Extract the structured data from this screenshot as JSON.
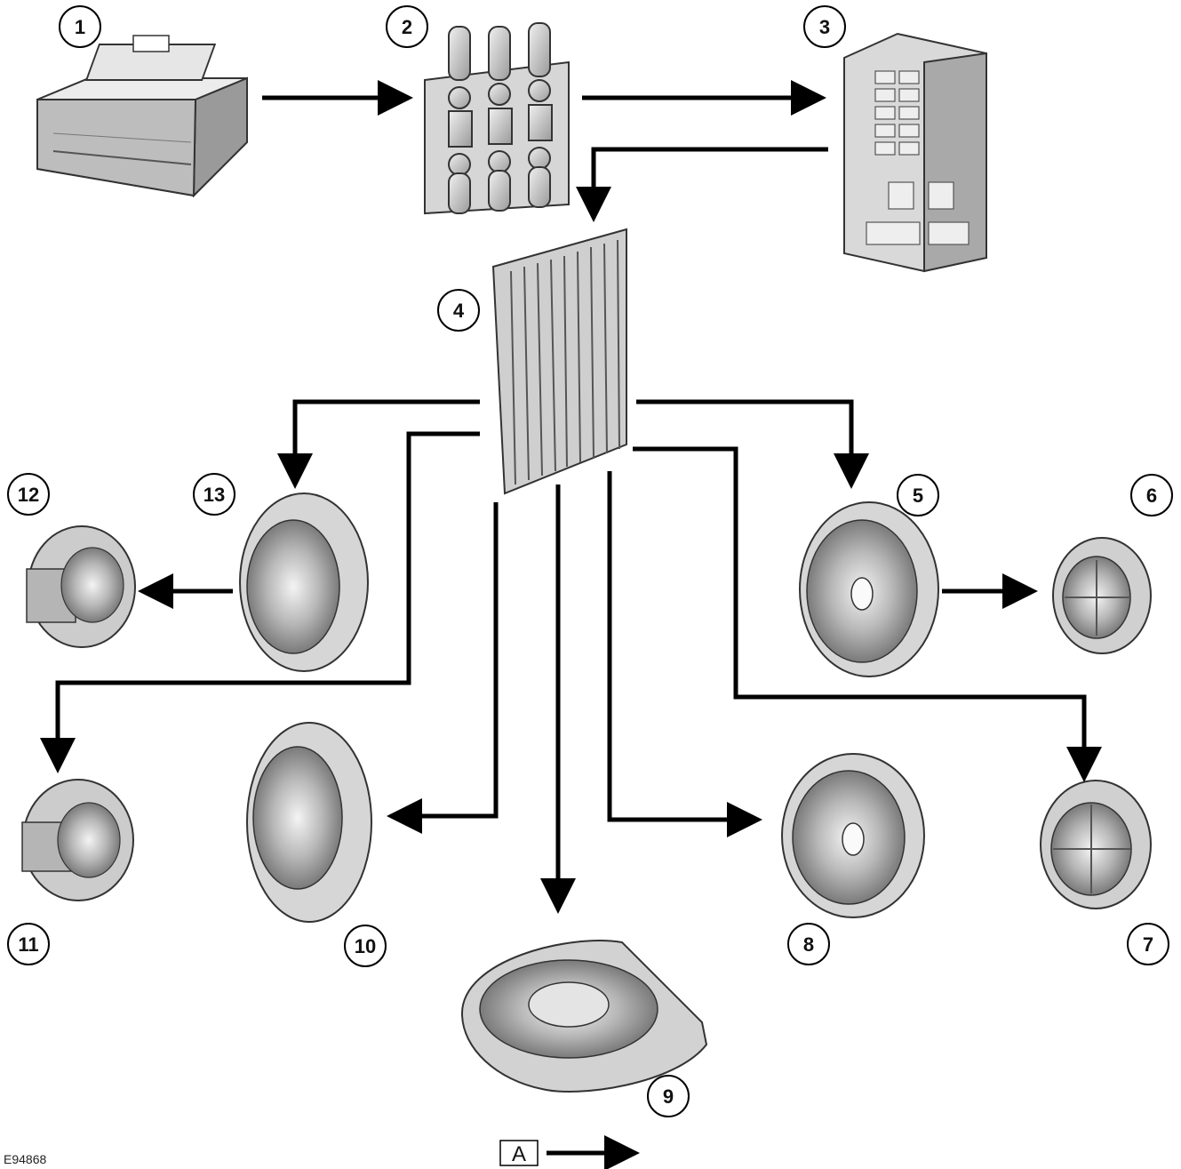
{
  "figure_id": "E94868",
  "legend": {
    "box_label": "A"
  },
  "callouts": [
    "1",
    "2",
    "3",
    "4",
    "5",
    "6",
    "7",
    "8",
    "9",
    "10",
    "11",
    "12",
    "13"
  ],
  "components": [
    {
      "callout": "1",
      "icon": "battery-icon"
    },
    {
      "callout": "2",
      "icon": "fuse-block-icon"
    },
    {
      "callout": "3",
      "icon": "junction-box-icon"
    },
    {
      "callout": "4",
      "icon": "amplifier-icon"
    },
    {
      "callout": "5",
      "icon": "door-speaker-icon"
    },
    {
      "callout": "6",
      "icon": "tweeter-speaker-icon"
    },
    {
      "callout": "7",
      "icon": "tweeter-speaker-icon"
    },
    {
      "callout": "8",
      "icon": "door-speaker-icon"
    },
    {
      "callout": "9",
      "icon": "subwoofer-icon"
    },
    {
      "callout": "10",
      "icon": "door-speaker-icon"
    },
    {
      "callout": "11",
      "icon": "tweeter-speaker-icon"
    },
    {
      "callout": "12",
      "icon": "tweeter-speaker-icon"
    },
    {
      "callout": "13",
      "icon": "door-speaker-icon"
    }
  ],
  "colors": {
    "line": "#000000",
    "part_fill": "#d4d4d4",
    "part_dark": "#8c8c8c",
    "background": "#ffffff"
  }
}
